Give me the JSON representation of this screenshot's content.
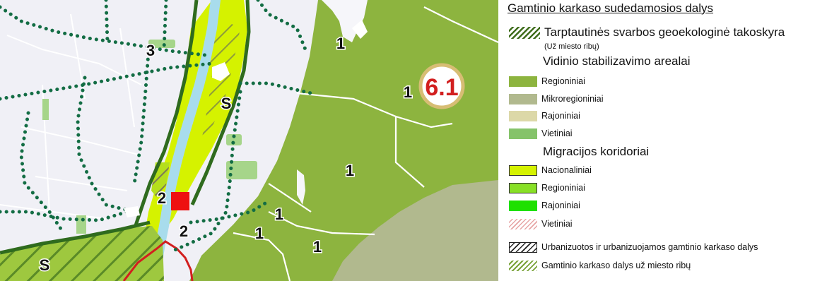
{
  "map": {
    "labels": [
      {
        "text": "3",
        "kind": "zone"
      },
      {
        "text": "1",
        "kind": "zone"
      },
      {
        "text": "S",
        "kind": "zone"
      },
      {
        "text": "1",
        "kind": "zone"
      },
      {
        "text": "1",
        "kind": "zone"
      },
      {
        "text": "2",
        "kind": "zone"
      },
      {
        "text": "1",
        "kind": "zone"
      },
      {
        "text": "1",
        "kind": "zone"
      },
      {
        "text": "2",
        "kind": "zone"
      },
      {
        "text": "1",
        "kind": "zone"
      },
      {
        "text": "S",
        "kind": "zone"
      }
    ],
    "area_badge": "6.1",
    "colors": {
      "regional_area": "#8db43f",
      "micro_regional": "#b1b98e",
      "national_corridor": "#d5f200",
      "regional_corridor": "#88e026",
      "river": "#a8dcec",
      "dotted_boundary": "#136d44",
      "badge_red": "#d21f1f"
    }
  },
  "legend": {
    "title": "Gamtinio karkaso sudedamosios dalys",
    "watershed_label": "Tarptautinės svarbos geoekologinė takoskyra",
    "watershed_note": "(Už miesto ribų)",
    "stabilization_heading": "Vidinio stabilizavimo arealai",
    "stabilization_items": [
      {
        "label": "Regioniniai",
        "color": "#8db43f"
      },
      {
        "label": "Mikroregioniniai",
        "color": "#b1b98e"
      },
      {
        "label": "Rajoniniai",
        "color": "#dcd8a8"
      },
      {
        "label": "Vietiniai",
        "color": "#85c36a"
      }
    ],
    "corridors_heading": "Migracijos koridoriai",
    "corridor_items": [
      {
        "label": "Nacionaliniai",
        "color": "#d5f200"
      },
      {
        "label": "Regioniniai",
        "color": "#88e026"
      },
      {
        "label": "Rajoniniai",
        "color": "#1fe000"
      },
      {
        "label": "Vietiniai",
        "color": "#e7a5a5"
      }
    ],
    "urban_label": "Urbanizuotos ir urbanizuojamos gamtinio karkaso dalys",
    "outside_label": "Gamtinio karkaso dalys už miesto ribų"
  }
}
